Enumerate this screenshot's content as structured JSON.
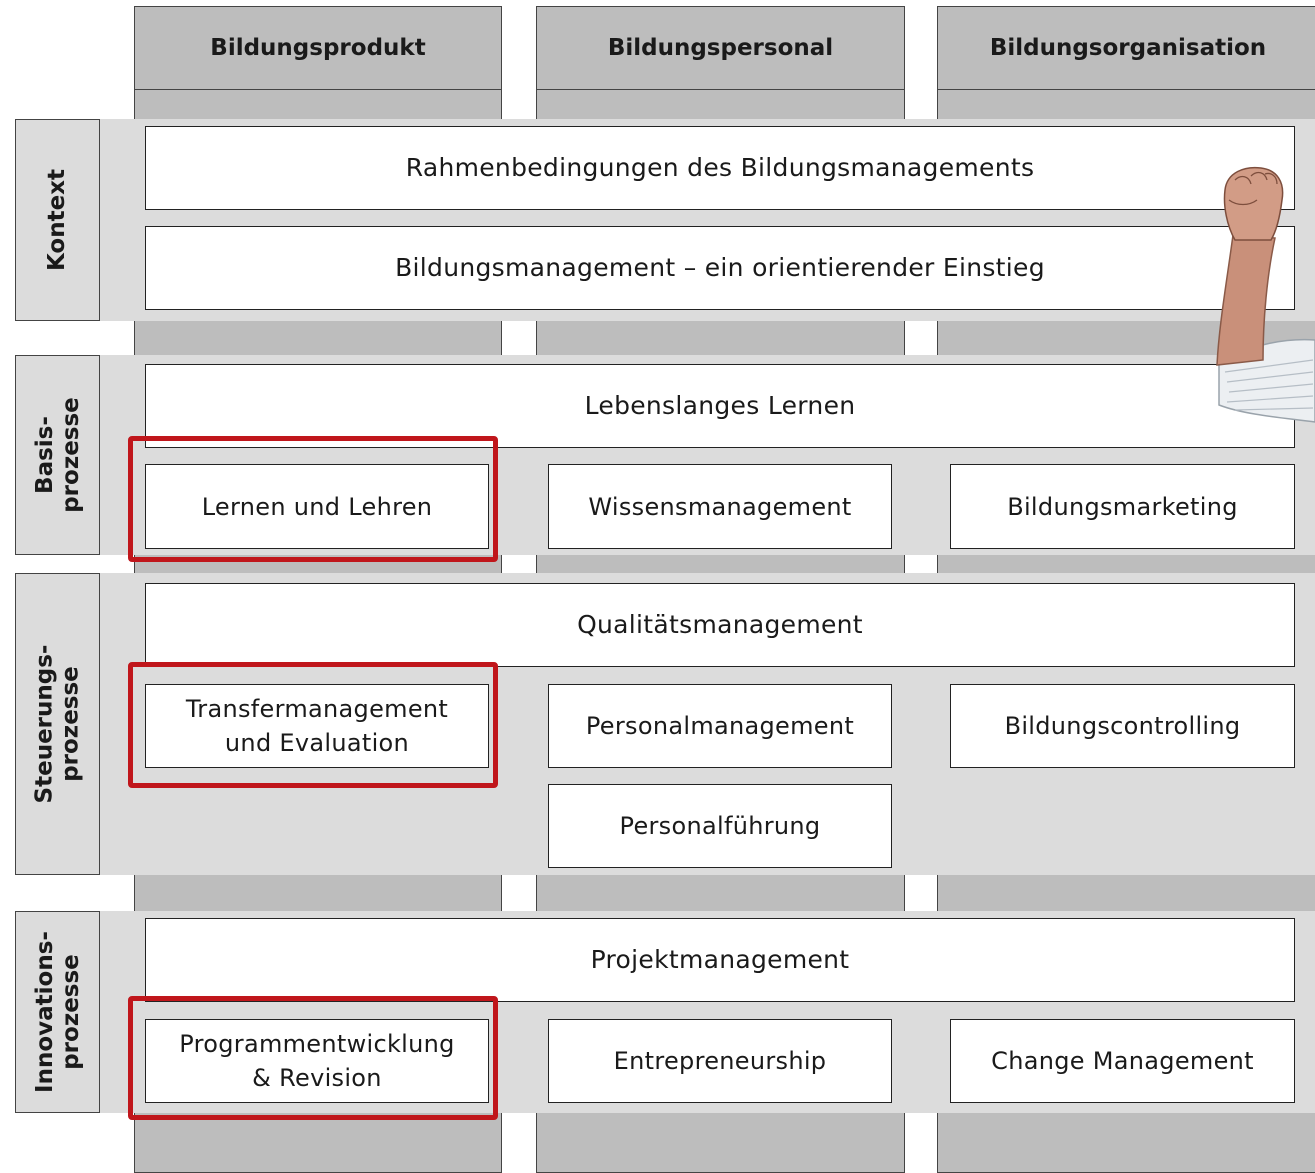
{
  "columns": [
    "Bildungsprodukt",
    "Bildungspersonal",
    "Bildungsorganisation"
  ],
  "rows": {
    "kontext": "Kontext",
    "basis": "Basis-\nprozesse",
    "steuerung": "Steuerungs-\nprozesse",
    "innovation": "Innovations-\nprozesse"
  },
  "boxes": {
    "rahmen": "Rahmenbedingungen des Bildungsmanagements",
    "einstieg": "Bildungsmanagement – ein orientierender Einstieg",
    "lebenslang": "Lebenslanges Lernen",
    "lernen": "Lernen und Lehren",
    "wissen": "Wissensmanagement",
    "marketing": "Bildungsmarketing",
    "qualitaet": "Qualitätsmanagement",
    "transfer": "Transfermanagement\nund Evaluation",
    "personalmgmt": "Personalmanagement",
    "controlling": "Bildungscontrolling",
    "fuehrung": "Personalführung",
    "projekt": "Projektmanagement",
    "programm": "Programmentwicklung\n& Revision",
    "entrepreneurship": "Entrepreneurship",
    "change": "Change Management"
  },
  "highlight_color": "#c0161b"
}
